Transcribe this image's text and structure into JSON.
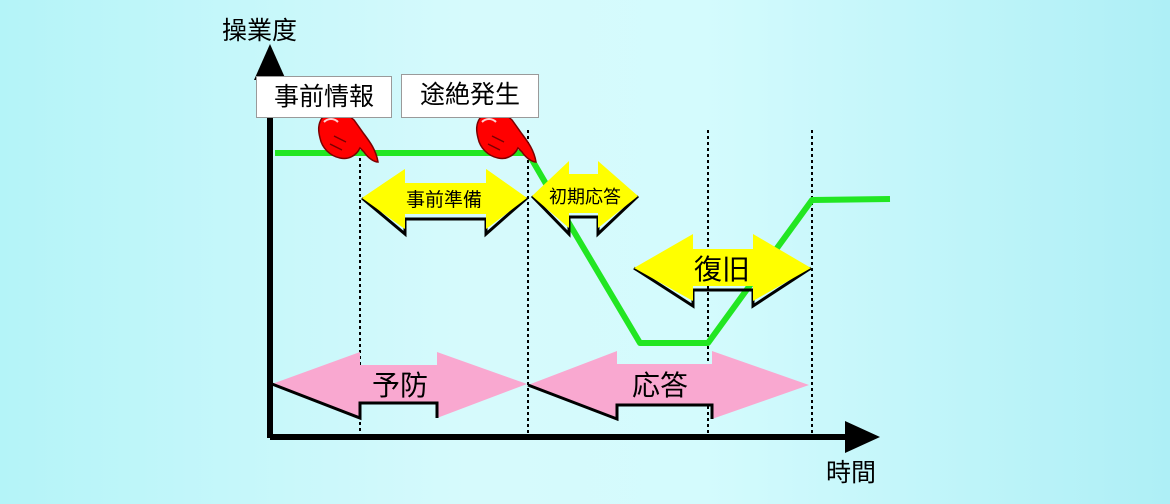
{
  "axes": {
    "y_label": "操業度",
    "x_label": "時間"
  },
  "callouts": {
    "advance_info": "事前情報",
    "outage": "途絶発生"
  },
  "arrows": {
    "preparation": "事前準備",
    "initial_response": "初期応答",
    "recovery": "復旧",
    "prevention": "予防",
    "response": "応答"
  },
  "colors": {
    "background": "#c8f8fb",
    "level_line": "#22e622",
    "phase_arrow": "#ffff00",
    "band_arrow": "#f9a8d0",
    "pointer": "#ff0000",
    "axis": "#000000"
  },
  "icons": {
    "pointer": "pointing-hand-icon"
  }
}
